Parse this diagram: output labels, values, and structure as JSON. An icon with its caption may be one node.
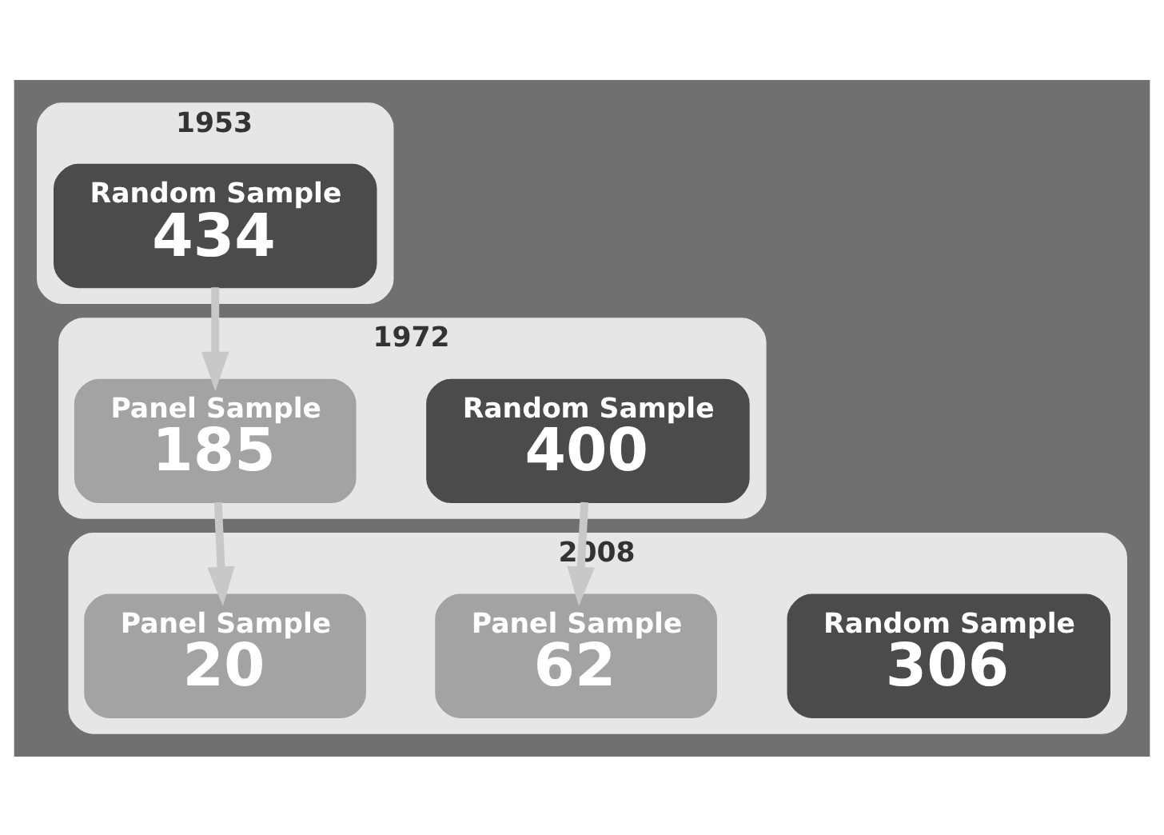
{
  "diagram": {
    "nodes": [
      {
        "text": [
          "1953"
        ]
      },
      {
        "text": [
          "Random Sample",
          "434"
        ],
        "in": 0
      },
      {
        "text": [
          "1972"
        ]
      },
      {
        "text": [
          "Random Sample",
          "400"
        ],
        "in": 2
      },
      {
        "text": [
          "Panel Sample",
          "185"
        ],
        "in": 2
      },
      {
        "text": [
          "2008"
        ]
      },
      {
        "text": [
          "Random Sample",
          "306"
        ],
        "in": 5
      },
      {
        "text": [
          "Panel Sample",
          "62"
        ],
        "in": 5
      },
      {
        "text": [
          "Panel Sample",
          "20"
        ],
        "in": 5
      }
    ],
    "edges": [
      {
        "from": 1,
        "to": 4,
        "arrow": "to"
      },
      {
        "from": 3,
        "to": 7,
        "arrow": "to"
      },
      {
        "from": 4,
        "to": 8,
        "arrow": "to"
      }
    ]
  }
}
